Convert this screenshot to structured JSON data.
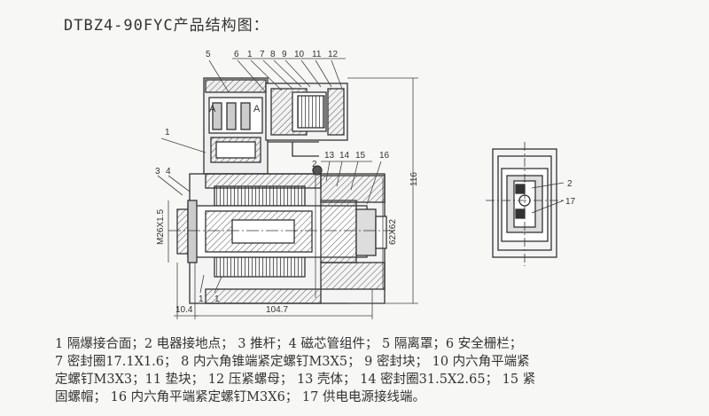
{
  "title": "DTBZ4-90FYC产品结构图：",
  "part_numbers_top": [
    "5",
    "6",
    "1",
    "7",
    "8",
    "9",
    "10",
    "11",
    "12"
  ],
  "part_numbers_right": [
    "13",
    "14",
    "15",
    "16"
  ],
  "part_numbers_left": {
    "n1": "1",
    "n3": "3",
    "n4": "4",
    "n1b": "1",
    "n1c": "1",
    "n2": "2"
  },
  "section_marks": {
    "a_left": "A",
    "a_right": "A"
  },
  "dimensions": {
    "m26": "M26X1.5",
    "d116": "116",
    "d62": "62X62",
    "d10": "10.4",
    "d104": "104.7"
  },
  "side_view_labels": {
    "n2": "2",
    "n17": "17"
  },
  "legend_lines": [
    "1 隔爆接合面；2 电器接地点； 3 推杆；4 磁芯管组件； 5 隔离罩；6 安全栅栏；",
    "7 密封圈17.1X1.6； 8 内六角锥端紧定螺钉M3X5； 9 密封块； 10 内六角平端紧",
    "定螺钉M3X3；11 垫块； 12 压紧螺母； 13 壳体； 14 密封圈31.5X2.65； 15 紧",
    "固螺帽； 16 内六角平端紧定螺钉M3X6； 17 供电电源接线端。"
  ]
}
